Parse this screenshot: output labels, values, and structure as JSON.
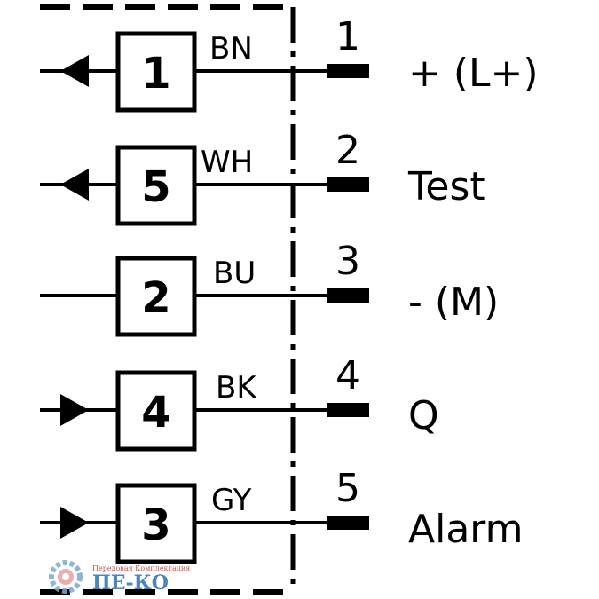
{
  "connections": [
    {
      "pin": "1",
      "color": "BN",
      "terminal": "1",
      "function": "+ (L+)",
      "arrow": "left"
    },
    {
      "pin": "5",
      "color": "WH",
      "terminal": "2",
      "function": "Test",
      "arrow": "left"
    },
    {
      "pin": "2",
      "color": "BU",
      "terminal": "3",
      "function": "- (M)",
      "arrow": "none"
    },
    {
      "pin": "4",
      "color": "BK",
      "terminal": "4",
      "function": "Q",
      "arrow": "right"
    },
    {
      "pin": "3",
      "color": "GY",
      "terminal": "5",
      "function": "Alarm",
      "arrow": "right"
    }
  ],
  "watermark": {
    "small_text": "Передовая Комплектация",
    "brand": "ПЕ-КО",
    "icon": "gear-icon"
  }
}
